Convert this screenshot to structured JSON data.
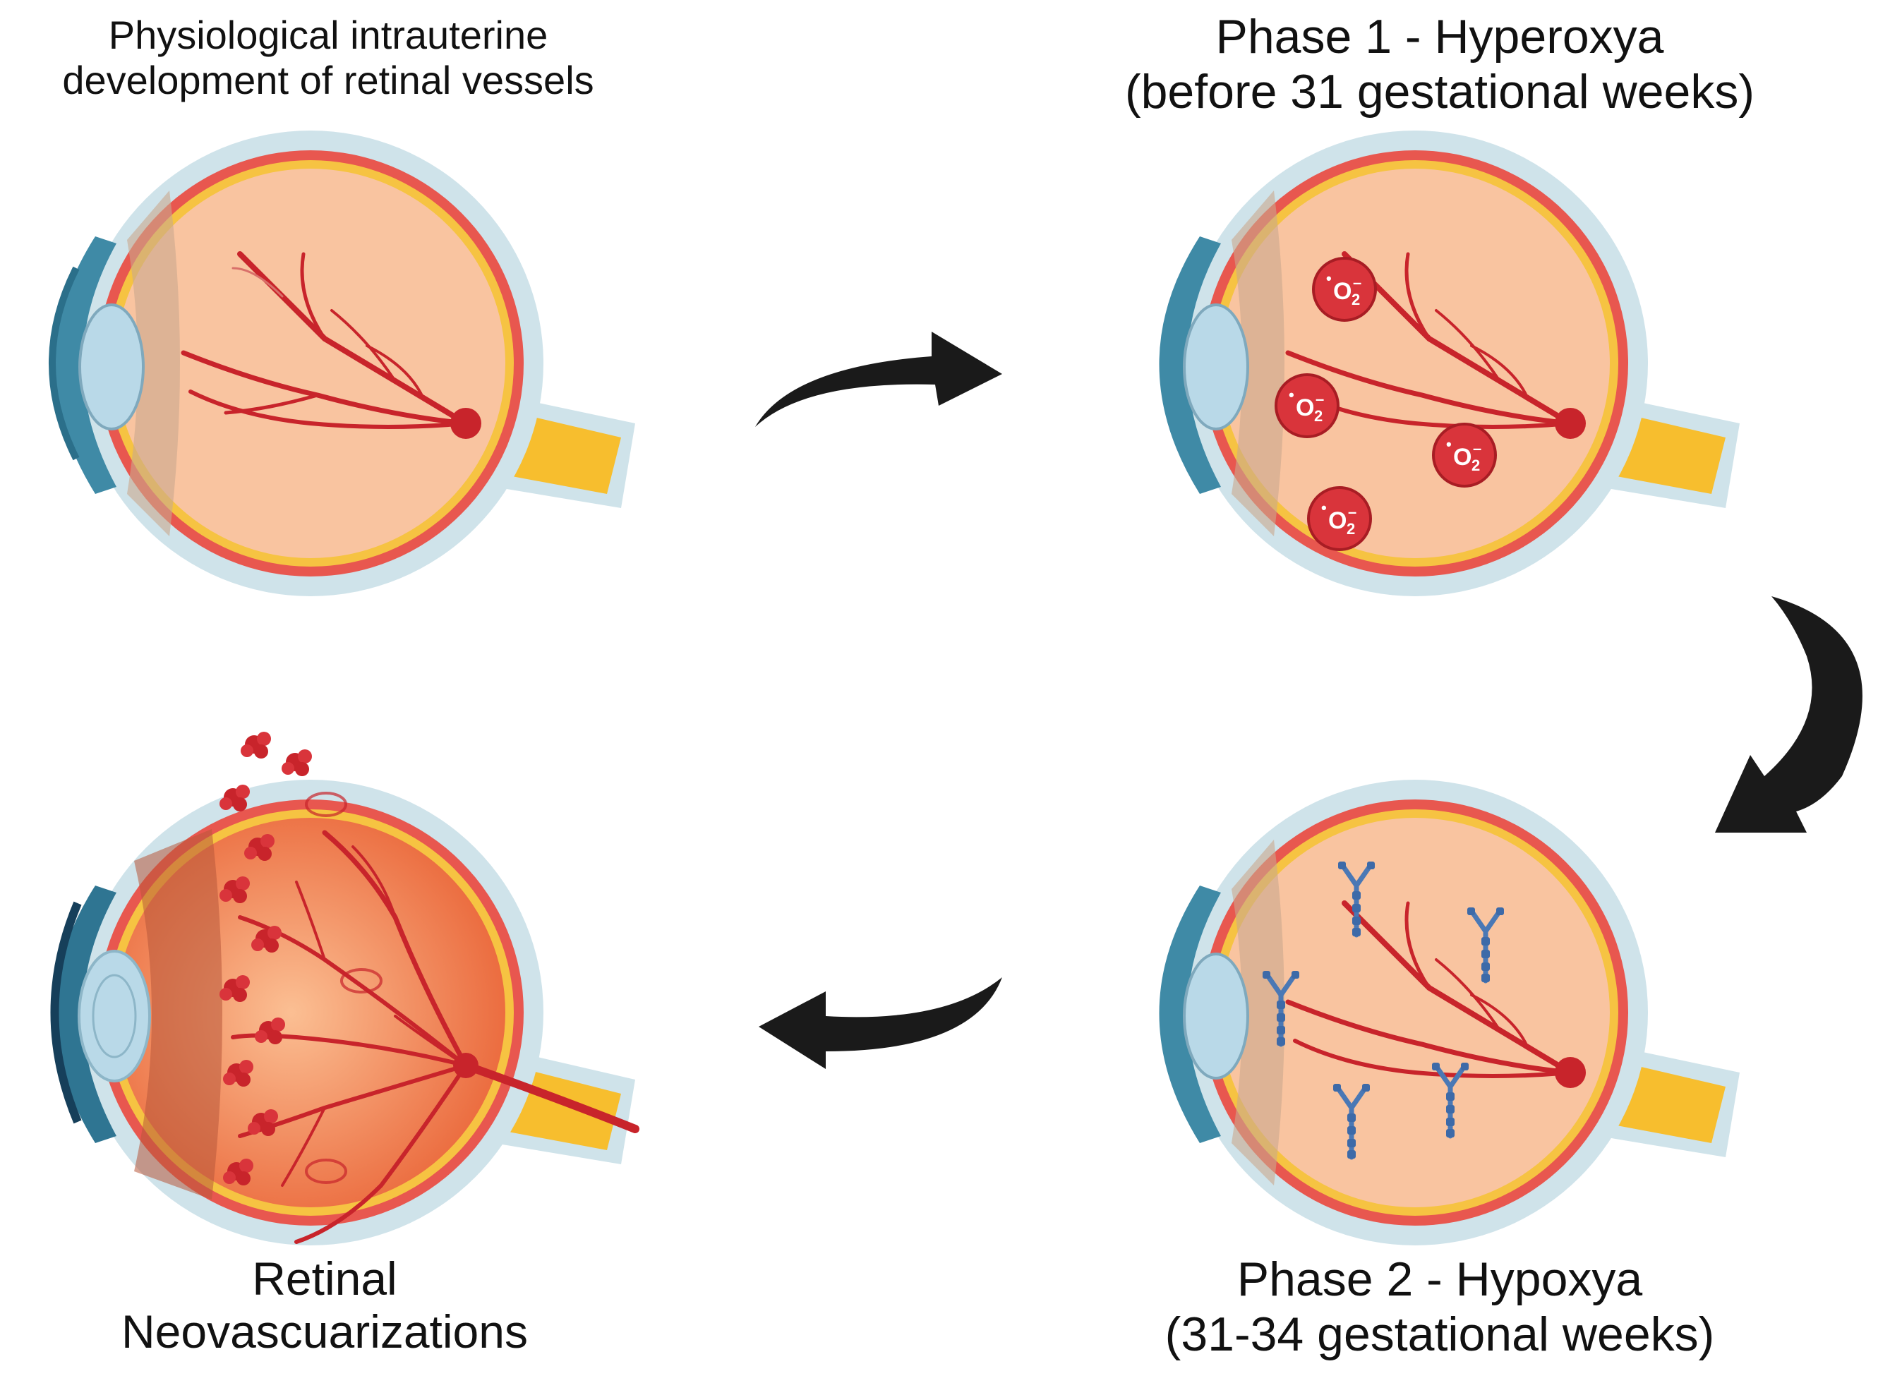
{
  "panels": [
    {
      "id": "physiological",
      "lines": [
        "Physiological intrauterine",
        "development of retinal vessels"
      ]
    },
    {
      "id": "phase1",
      "lines": [
        "Phase 1 - Hyperoxya",
        "(before 31 gestational weeks)"
      ]
    },
    {
      "id": "phase2",
      "lines": [
        "Phase 2 - Hypoxya",
        "(31-34 gestational weeks)"
      ]
    },
    {
      "id": "neovascularization",
      "lines": [
        "Retinal",
        "Neovascuarizations"
      ]
    }
  ],
  "superoxide": {
    "symbol": "O",
    "subscript": "2",
    "superscript": "–",
    "radical_dot": "•",
    "count": 4
  },
  "antibody_count": 5,
  "flow": [
    "physiological",
    "phase1",
    "phase2",
    "neovascularization"
  ],
  "colors": {
    "vitreous": "#f9c4a0",
    "vessel": "#c8242b",
    "sclera": "#cfe3ea",
    "choroid": "#e8574f",
    "retina_band": "#f6c342",
    "optic_nerve": "#f7be2e",
    "lens": "#b9d9e8",
    "cornea": "#3f8aa6",
    "superoxide": "#d9343b",
    "antibody": "#4a78b5",
    "neo_vitreous": "#ef7a4c",
    "arrow": "#1a1a1a"
  }
}
